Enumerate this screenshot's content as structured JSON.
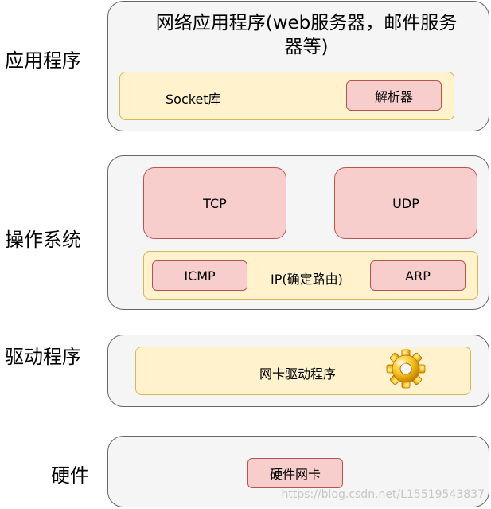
{
  "layers": {
    "application": {
      "label": "应用程序",
      "title": "网络应用程序(web服务器，邮件服务器等)",
      "socket_library": "Socket库",
      "resolver": "解析器"
    },
    "operating_system": {
      "label": "操作系统",
      "tcp": "TCP",
      "udp": "UDP",
      "icmp": "ICMP",
      "ip": "IP(确定路由)",
      "arp": "ARP"
    },
    "driver": {
      "label": "驱动程序",
      "nic_driver": "网卡驱动程序",
      "icon": "gear-icon"
    },
    "hardware": {
      "label": "硬件",
      "nic": "硬件网卡"
    }
  },
  "watermark": "https://blog.csdn.net/L15519543837",
  "colors": {
    "layer_fill": "#f5f5f5",
    "layer_stroke": "#666666",
    "yellow_fill": "#fff2cc",
    "yellow_stroke": "#d6b656",
    "red_fill": "#f8cecc",
    "red_stroke": "#b85450"
  }
}
